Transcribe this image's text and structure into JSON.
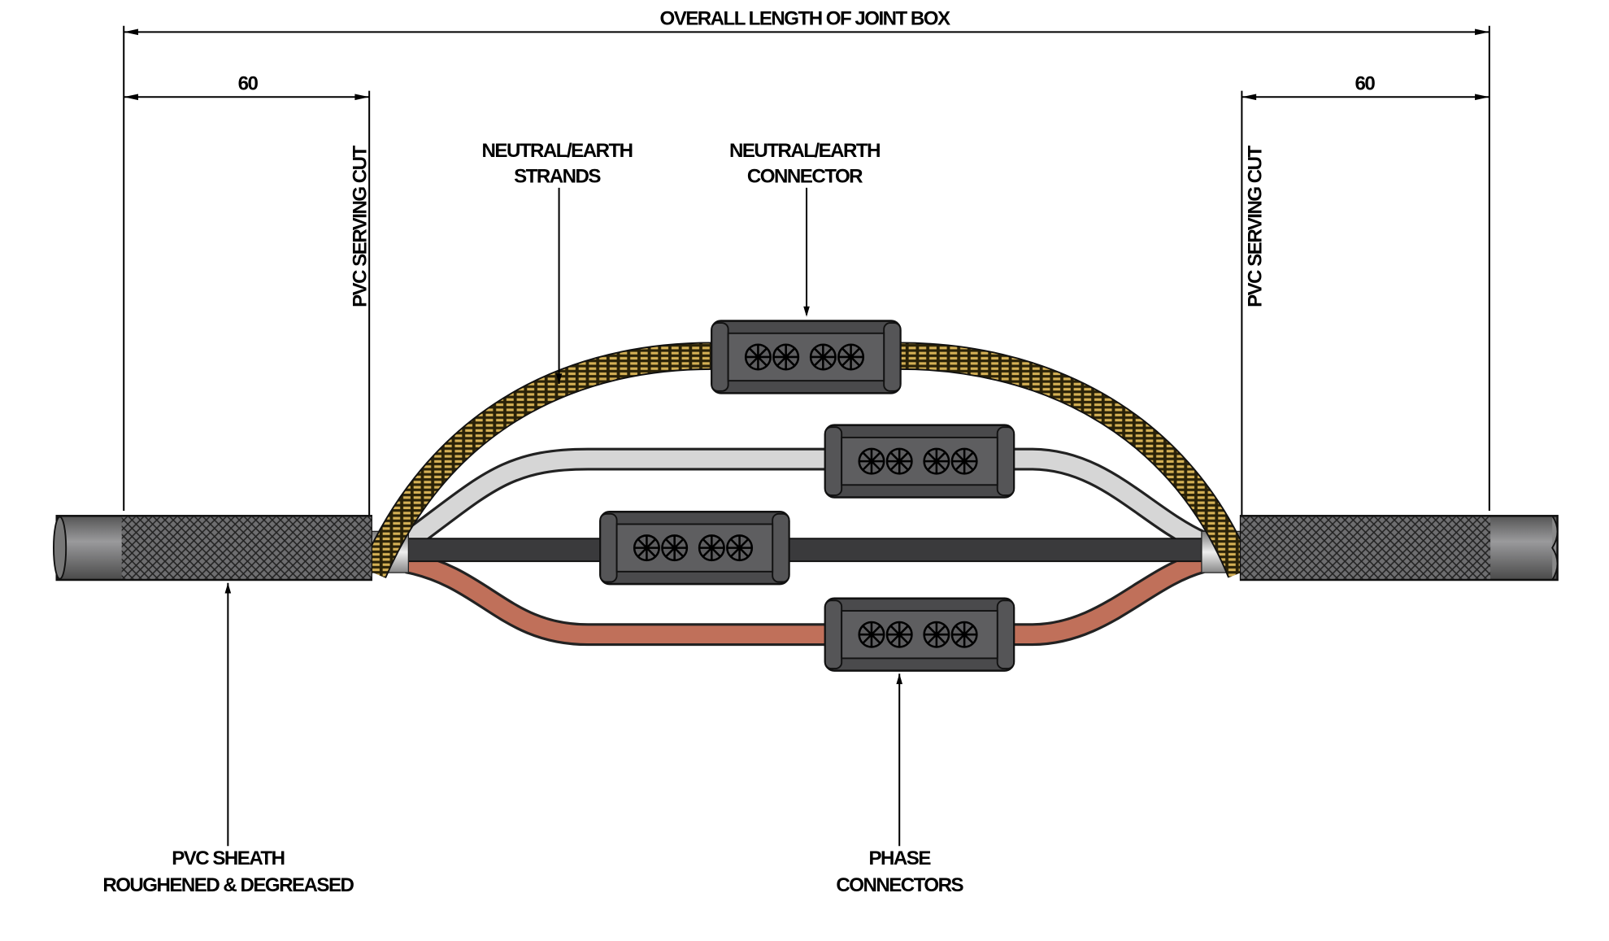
{
  "dimensions": {
    "overall": "OVERALL LENGTH OF JOINT BOX",
    "left_offset": "60",
    "right_offset": "60"
  },
  "labels": {
    "pvc_serving_cut_left": "PVC SERVING CUT",
    "pvc_serving_cut_right": "PVC SERVING CUT",
    "neutral_strands": [
      "NEUTRAL/EARTH",
      "STRANDS"
    ],
    "neutral_connector": [
      "NEUTRAL/EARTH",
      "CONNECTOR"
    ],
    "pvc_sheath": [
      "PVC SHEATH",
      "ROUGHENED & DEGREASED"
    ],
    "phase_connectors": [
      "PHASE",
      "CONNECTORS"
    ]
  },
  "colors": {
    "sheath": "#6b6b6d",
    "strands": "#c9a24a",
    "core_black": "#3a3a3c",
    "core_grey": "#cfcfcf",
    "core_red": "#c0705a",
    "connector": "#4a4a4c"
  }
}
